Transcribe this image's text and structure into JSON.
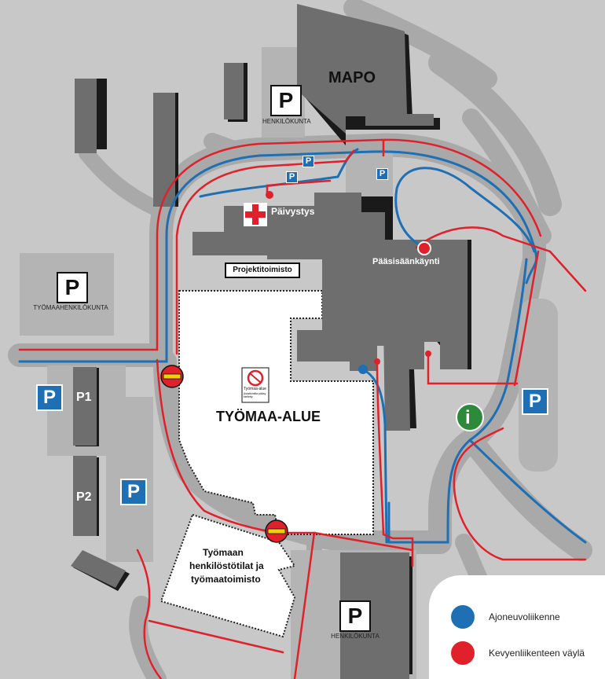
{
  "buildings": {
    "mapo": "MAPO",
    "emergency": "Päivystys",
    "project_office": "Projektitoimisto",
    "main_entrance": "Pääsisäänkäynti"
  },
  "parking": {
    "symbol": "P",
    "staff_label": "HENKILÖKUNTA",
    "worksite_staff_label": "TYÖMAAHENKILÖKUNTA",
    "p1": "P1",
    "p2": "P2"
  },
  "worksite": {
    "title": "TYÖMAA-ALUE",
    "sign_title": "Työmaa-alue",
    "sign_subtitle": "Asiattomilta pääsy kielletty",
    "facilities_line1": "Työmaan",
    "facilities_line2": "henkilöstötilat ja",
    "facilities_line3": "työmaatoimisto"
  },
  "info_symbol": "i",
  "legend": {
    "vehicle_label": "Ajoneuvoliikenne",
    "vehicle_color": "#1f6fb5",
    "pedestrian_label": "Kevyenliikenteen väylä",
    "pedestrian_color": "#e0202a"
  },
  "colors": {
    "background": "#c8c8c8",
    "road": "#a9a9a9",
    "building": "#6e6e6e",
    "building_dark": "#1a1a1a",
    "worksite": "#ffffff",
    "route_vehicle": "#1f6fb5",
    "route_pedestrian": "#e0202a"
  }
}
